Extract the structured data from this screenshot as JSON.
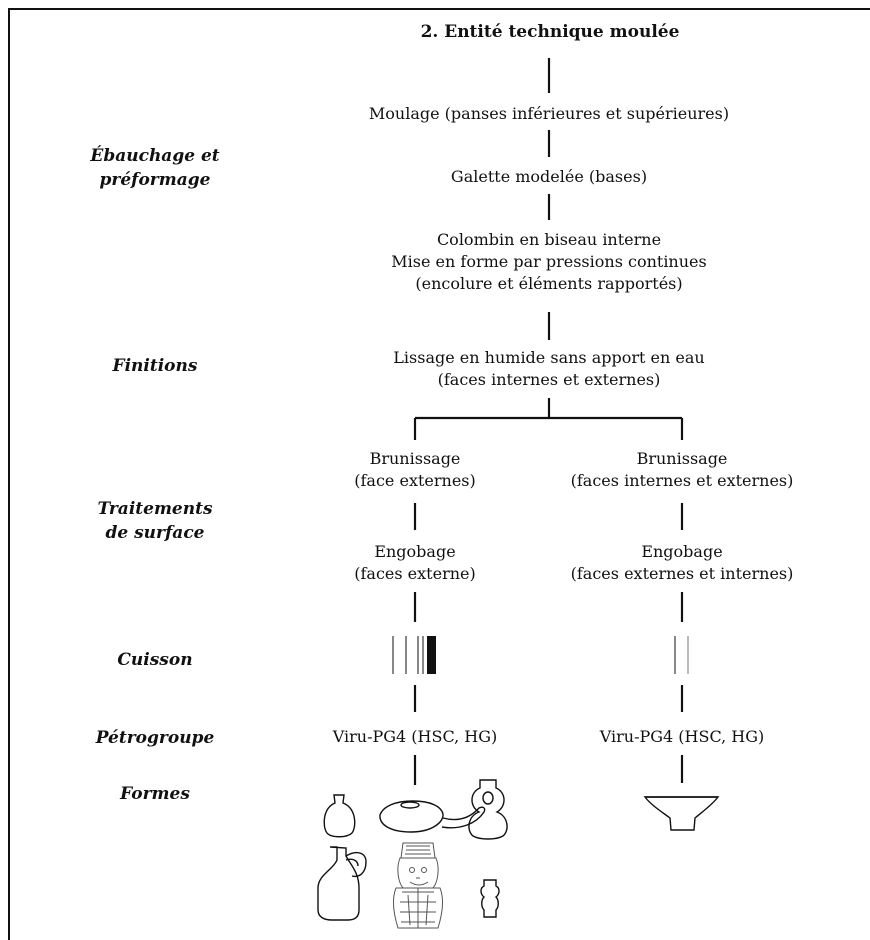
{
  "title": "2. Entité technique moulée",
  "stages": {
    "ebauchage": [
      "Ébauchage et",
      "préformage"
    ],
    "finitions": "Finitions",
    "traitements": [
      "Traitements",
      "de surface"
    ],
    "cuisson": "Cuisson",
    "petrogroupe": "Pétrogroupe",
    "formes": "Formes"
  },
  "steps": {
    "moulage": "Moulage (panses inférieures et supérieures)",
    "galette": "Galette modelée (bases)",
    "colombin": [
      "Colombin en biseau interne",
      "Mise en forme par pressions continues",
      "(encolure et éléments rapportés)"
    ],
    "lissage": [
      "Lissage en humide sans apport en eau",
      "(faces internes et externes)"
    ]
  },
  "branches": {
    "left": {
      "brunissage": [
        "Brunissage",
        "(face externes)"
      ],
      "engobage": [
        "Engobage",
        "(faces externe)"
      ],
      "petrogroupe": "Viru-PG4 (HSC, HG)"
    },
    "right": {
      "brunissage": [
        "Brunissage",
        "(faces internes et externes)"
      ],
      "engobage": [
        "Engobage",
        "(faces externes et internes)"
      ],
      "petrogroupe": "Viru-PG4 (HSC, HG)"
    }
  }
}
